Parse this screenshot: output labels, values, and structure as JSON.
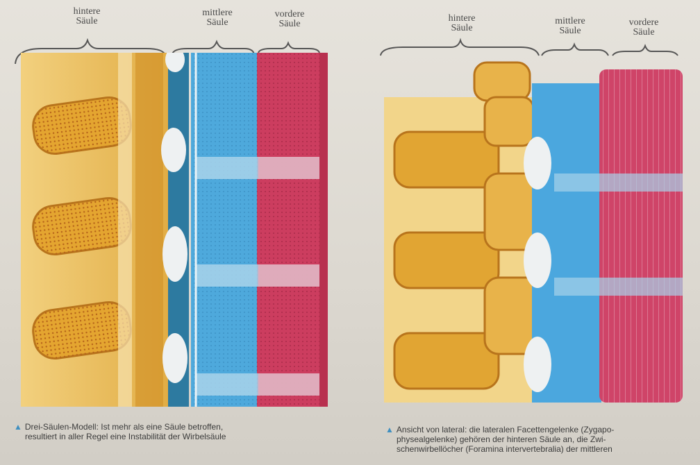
{
  "left_figure": {
    "labels": {
      "posterior": [
        "hintere",
        "Säule"
      ],
      "middle": [
        "mittlere",
        "Säule"
      ],
      "anterior": [
        "vordere",
        "Säule"
      ]
    },
    "caption": [
      "Drei-Säulen-Modell: Ist mehr als eine Säule betroffen,",
      "resultiert in aller Regel eine Instabilität der Wirbelsäule"
    ]
  },
  "right_figure": {
    "labels": {
      "posterior": [
        "hintere",
        "Säule"
      ],
      "middle": [
        "mittlere",
        "Säule"
      ],
      "anterior": [
        "vordere",
        "Säule"
      ]
    },
    "caption": [
      "Ansicht von lateral: die lateralen Facettengelenke (Zygapo-",
      "physealgelenke) gehören der hinteren Säule an, die Zwi-",
      "schenwirbellöcher (Foramina intervertebralia) der mittleren"
    ]
  },
  "colors": {
    "posterior": "#e2a733",
    "middle": "#3f9fd6",
    "anterior": "#c83a5c",
    "caption_marker": "#3f8fc0"
  }
}
